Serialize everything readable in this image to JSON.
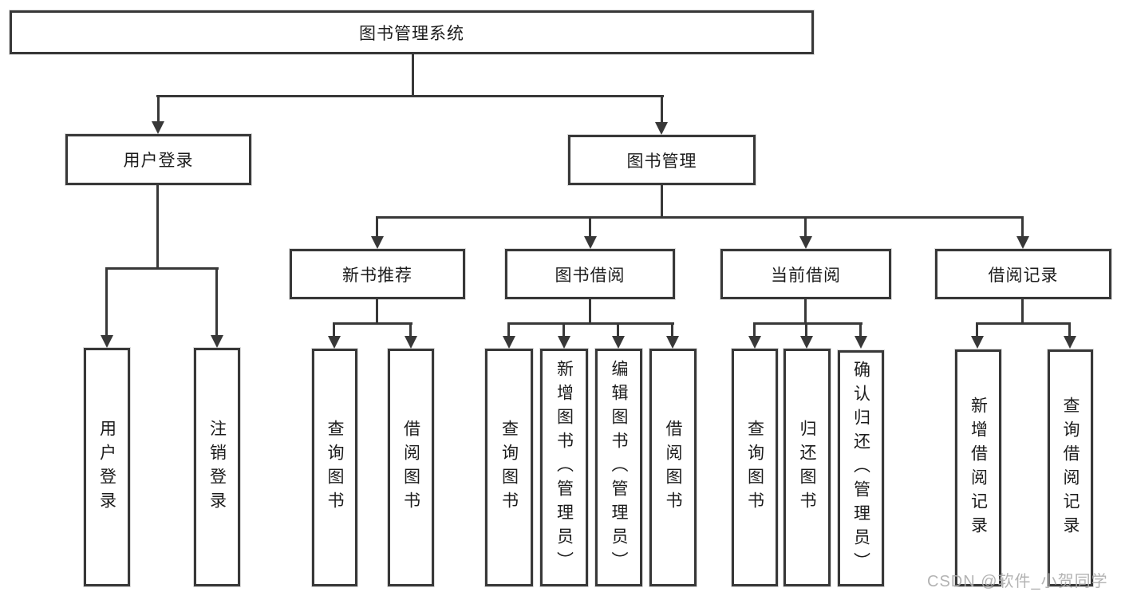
{
  "diagram": {
    "type": "org-tree",
    "colors": {
      "line": "#383838",
      "text": "#1c1c1c",
      "background": "#ffffff",
      "watermark": "#acacac"
    },
    "tree": {
      "root": {
        "label": "图书管理系统"
      },
      "children": [
        {
          "label": "用户登录",
          "children": [
            {
              "label": "用户登录"
            },
            {
              "label": "注销登录"
            }
          ]
        },
        {
          "label": "图书管理",
          "children": [
            {
              "label": "新书推荐",
              "children": [
                {
                  "label": "查询图书"
                },
                {
                  "label": "借阅图书"
                }
              ]
            },
            {
              "label": "图书借阅",
              "children": [
                {
                  "label": "查询图书"
                },
                {
                  "label": "新增图书（管理员）"
                },
                {
                  "label": "编辑图书（管理员）"
                },
                {
                  "label": "借阅图书"
                }
              ]
            },
            {
              "label": "当前借阅",
              "children": [
                {
                  "label": "查询图书"
                },
                {
                  "label": "归还图书"
                },
                {
                  "label": "确认归还（管理员）"
                }
              ]
            },
            {
              "label": "借阅记录",
              "children": [
                {
                  "label": "新增借阅记录"
                },
                {
                  "label": "查询借阅记录"
                }
              ]
            }
          ]
        }
      ]
    },
    "watermark": {
      "text": "CSDN @软件_小贺同学"
    }
  }
}
